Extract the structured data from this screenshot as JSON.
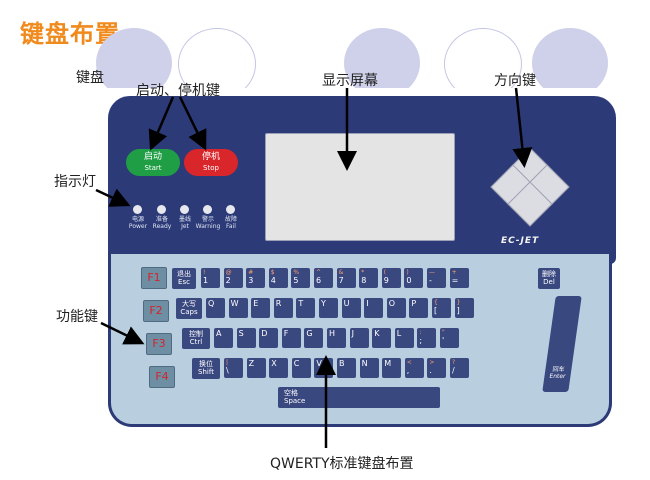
{
  "title": "键盘布置",
  "labels": {
    "keyboard": "键盘",
    "start_stop": "启动、停机键",
    "display": "显示屏幕",
    "direction": "方向键",
    "indicator": "指示灯",
    "function": "功能键",
    "qwerty": "QWERTY标准键盘布置"
  },
  "buttons": {
    "start_cn": "启动",
    "start_en": "Start",
    "stop_cn": "停机",
    "stop_en": "Stop"
  },
  "leds": [
    {
      "cn": "电源",
      "en": "Power"
    },
    {
      "cn": "准备",
      "en": "Ready"
    },
    {
      "cn": "墨线",
      "en": "Jet"
    },
    {
      "cn": "警示",
      "en": "Warning"
    },
    {
      "cn": "故障",
      "en": "Fail"
    }
  ],
  "logo": "EC-JET",
  "fkeys": [
    "F1",
    "F2",
    "F3",
    "F4"
  ],
  "row1": [
    {
      "t": "!",
      "b": "1"
    },
    {
      "t": "@",
      "b": "2"
    },
    {
      "t": "#",
      "b": "3"
    },
    {
      "t": "$",
      "b": "4"
    },
    {
      "t": "%",
      "b": "5"
    },
    {
      "t": "^",
      "b": "6"
    },
    {
      "t": "&",
      "b": "7"
    },
    {
      "t": "*",
      "b": "8"
    },
    {
      "t": "(",
      "b": "9"
    },
    {
      "t": ")",
      "b": "0"
    },
    {
      "t": "—",
      "b": "-"
    },
    {
      "t": "+",
      "b": "="
    }
  ],
  "row2": [
    {
      "t": "",
      "b": "Q"
    },
    {
      "t": "",
      "b": "W"
    },
    {
      "t": "",
      "b": "E"
    },
    {
      "t": "",
      "b": "R"
    },
    {
      "t": "",
      "b": "T"
    },
    {
      "t": "",
      "b": "Y"
    },
    {
      "t": "",
      "b": "U"
    },
    {
      "t": "",
      "b": "I"
    },
    {
      "t": "",
      "b": "O"
    },
    {
      "t": "",
      "b": "P"
    },
    {
      "t": "{",
      "b": "["
    },
    {
      "t": "}",
      "b": "]"
    }
  ],
  "row3": [
    {
      "t": "",
      "b": "A"
    },
    {
      "t": "",
      "b": "S"
    },
    {
      "t": "",
      "b": "D"
    },
    {
      "t": "",
      "b": "F"
    },
    {
      "t": "",
      "b": "G"
    },
    {
      "t": "",
      "b": "H"
    },
    {
      "t": "",
      "b": "J"
    },
    {
      "t": "",
      "b": "K"
    },
    {
      "t": "",
      "b": "L"
    },
    {
      "t": ":",
      "b": ";"
    },
    {
      "t": "\"",
      "b": "'"
    }
  ],
  "row4": [
    {
      "t": "|",
      "b": "\\"
    },
    {
      "t": "",
      "b": "Z"
    },
    {
      "t": "",
      "b": "X"
    },
    {
      "t": "",
      "b": "C"
    },
    {
      "t": "",
      "b": "V"
    },
    {
      "t": "",
      "b": "B"
    },
    {
      "t": "",
      "b": "N"
    },
    {
      "t": "",
      "b": "M"
    },
    {
      "t": "<",
      "b": ","
    },
    {
      "t": ">",
      "b": "."
    },
    {
      "t": "?",
      "b": "/"
    }
  ],
  "special": {
    "esc_cn": "退出",
    "esc_en": "Esc",
    "del_cn": "删除",
    "del_en": "Del",
    "caps_cn": "大写",
    "caps_en": "Caps",
    "ctrl_cn": "控制",
    "ctrl_en": "Ctrl",
    "shift_cn": "换位",
    "shift_en": "Shift",
    "space_cn": "空格",
    "space_en": "Space",
    "enter_cn": "回车",
    "enter_en": "Enter"
  }
}
